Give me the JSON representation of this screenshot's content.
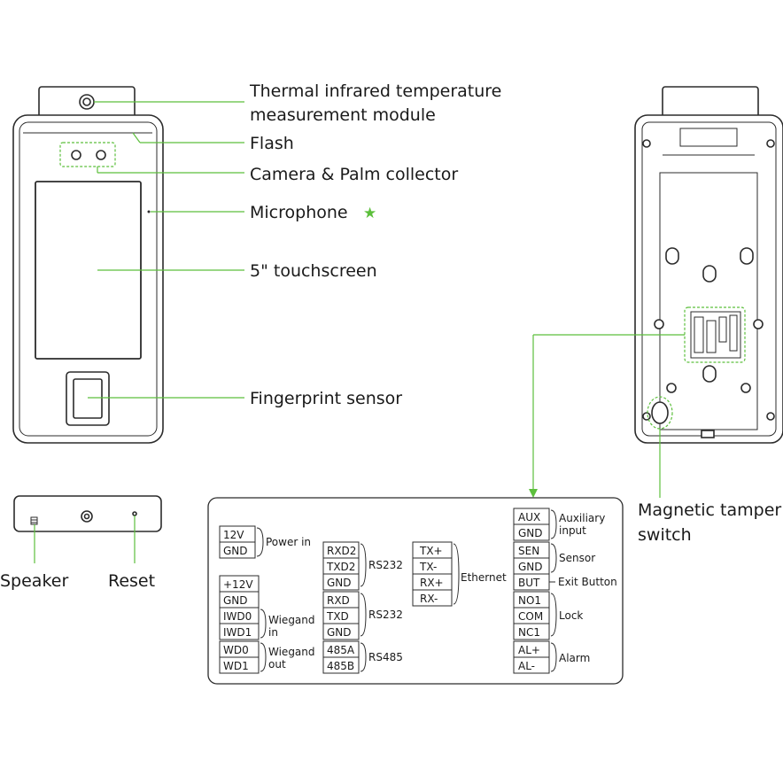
{
  "callouts": {
    "thermal_line1": "Thermal infrared temperature",
    "thermal_line2": "measurement module",
    "flash": "Flash",
    "camera": "Camera & Palm collector",
    "microphone": "Microphone",
    "microphone_star": "★",
    "touchscreen": "5\" touchscreen",
    "fingerprint": "Fingerprint sensor",
    "speaker": "Speaker",
    "reset": "Reset",
    "tamper_line1": "Magnetic tamper",
    "tamper_line2": "switch"
  },
  "wiring": {
    "power": {
      "pins": [
        "12V",
        "GND"
      ],
      "label": "Power in"
    },
    "wiegand_in": {
      "pins": [
        "+12V",
        "GND",
        "IWD0",
        "IWD1"
      ],
      "label1": "Wiegand",
      "label2": "in"
    },
    "wiegand_out": {
      "pins": [
        "WD0",
        "WD1"
      ],
      "label1": "Wiegand",
      "label2": "out"
    },
    "rs232_a": {
      "pins": [
        "RXD2",
        "TXD2",
        "GND"
      ],
      "label": "RS232"
    },
    "rs232_b": {
      "pins": [
        "RXD",
        "TXD",
        "GND"
      ],
      "label": "RS232"
    },
    "rs485": {
      "pins": [
        "485A",
        "485B"
      ],
      "label": "RS485"
    },
    "ethernet": {
      "pins": [
        "TX+",
        "TX-",
        "RX+",
        "RX-"
      ],
      "label": "Ethernet"
    },
    "auxiliary": {
      "pins": [
        "AUX",
        "GND"
      ],
      "label1": "Auxiliary",
      "label2": "input"
    },
    "sensor": {
      "pins": [
        "SEN",
        "GND"
      ],
      "label": "Sensor"
    },
    "exit_button": {
      "pins": [
        "BUT"
      ],
      "label": "Exit Button"
    },
    "lock": {
      "pins": [
        "NO1",
        "COM",
        "NC1"
      ],
      "label": "Lock"
    },
    "alarm": {
      "pins": [
        "AL+",
        "AL-"
      ],
      "label": "Alarm"
    }
  },
  "colors": {
    "accent": "#5cbf3c",
    "outline": "#2b2b2b"
  }
}
